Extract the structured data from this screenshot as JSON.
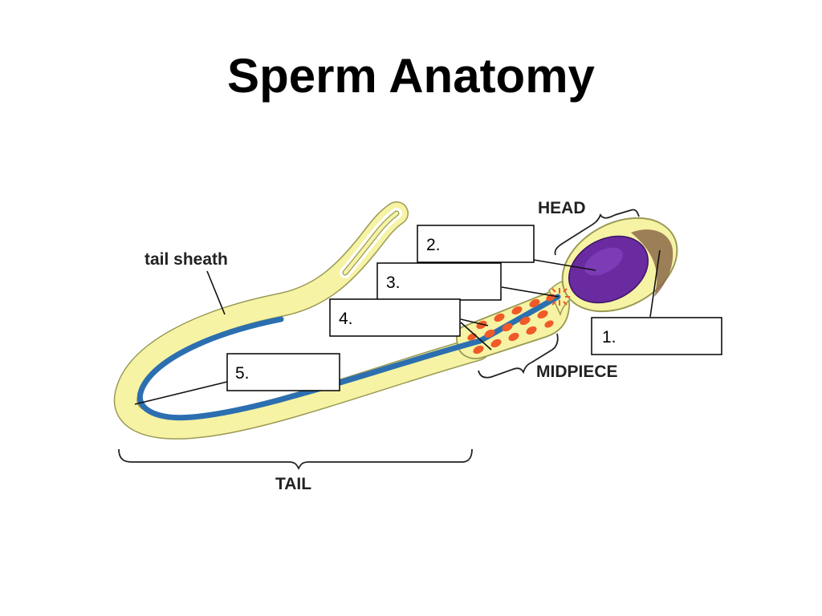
{
  "title": "Sperm Anatomy",
  "region_labels": {
    "head": "HEAD",
    "midpiece": "MIDPIECE",
    "tail": "TAIL",
    "tail_sheath": "tail sheath"
  },
  "blank_labels": [
    {
      "number": "1."
    },
    {
      "number": "2."
    },
    {
      "number": "3."
    },
    {
      "number": "4."
    },
    {
      "number": "5."
    }
  ],
  "colors": {
    "cell_body": "#f6f3a4",
    "cell_outline": "#9a9a55",
    "axial_filament": "#2c6fb0",
    "nucleus": "#6a2aa0",
    "acrosome": "#8c6a4a",
    "mitochondria": "#f05a28"
  }
}
